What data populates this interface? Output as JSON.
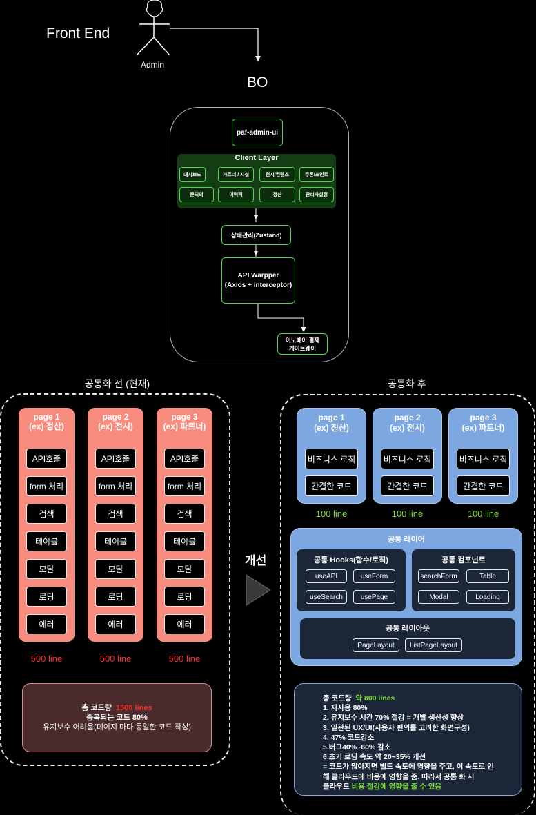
{
  "header": {
    "title": "Front End",
    "actor_label": "Admin",
    "bo_label": "BO"
  },
  "architecture": {
    "app_name": "paf-admin-ui",
    "client_layer": {
      "title": "Client Layer",
      "modules": [
        "대시보드",
        "파트너 / 시설",
        "전시/컨텐츠",
        "쿠폰/포인트",
        "문의의",
        "이력력",
        "정산",
        "관리자설정"
      ]
    },
    "state": "상태관리(Zustand)",
    "api_wrapper": [
      "API Warpper",
      "(Axios + interceptor)"
    ],
    "gateway": [
      "이노페이 결제",
      "게이트웨이"
    ]
  },
  "before": {
    "heading": "공통화 전 (현재)",
    "pages": [
      {
        "title": [
          "page 1",
          "(ex) 정산)"
        ],
        "lines": "500 line"
      },
      {
        "title": [
          "page 2",
          "(ex) 전시)"
        ],
        "lines": "500 line"
      },
      {
        "title": [
          "page 3",
          "(ex) 파트너)"
        ],
        "lines": "500 line"
      }
    ],
    "items": [
      "API호출",
      "form 처리",
      "검색",
      "테이블",
      "모달",
      "로딩",
      "에러"
    ],
    "summary": {
      "total_prefix": "총 코드량",
      "total_value": "1500 lines",
      "line2": "중복되는 코드 80%",
      "line3": "유지보수 어려움(페이지 마다 동일한 코드 작성)"
    }
  },
  "improvement_label": "개선",
  "after": {
    "heading": "공통화 후",
    "pages": [
      {
        "title": [
          "page 1",
          "(ex) 정산)"
        ],
        "lines": "100 line"
      },
      {
        "title": [
          "page 2",
          "(ex) 전시)"
        ],
        "lines": "100 line"
      },
      {
        "title": [
          "page 3",
          "(ex) 파트너)"
        ],
        "lines": "100 line"
      }
    ],
    "page_items": [
      "비즈니스 로직",
      "간결한 코드"
    ],
    "common_layer": {
      "title": "공통 레이어",
      "hooks": {
        "title": "공통 Hooks(함수/로직)",
        "items": [
          "useAPI",
          "useForm",
          "useSearch",
          "usePage"
        ]
      },
      "components": {
        "title": "공통 컴포넌트",
        "items": [
          "searchForm",
          "Table",
          "Modal",
          "Loading"
        ]
      },
      "layout": {
        "title": "공통 레이아웃",
        "items": [
          "PageLayout",
          "ListPageLayout"
        ]
      }
    },
    "summary": {
      "total_prefix": "총 코드량",
      "total_value": "약 800 lines",
      "lines": [
        "1. 재사용 80%",
        "2. 유지보수 시간 70% 절감 = 개발 생산성 향상",
        "3. 일관된 UX/UI(사용자 편의를 고려한 화면구성)",
        "4. 47% 코드감소",
        "5.버그40%~60% 감소",
        "6.초기 로딩 속도 약 20~35% 개선",
        "= 코드가 많아지면 빌드 속도에 영향을 주고, 이 속도로 인",
        "해 클라우드에 비용에 영향을 줌. 따라서  공통 화 시"
      ],
      "last_prefix": "클라우드",
      "last_highlight": "비용 절감에 영향을 줄 수 있음"
    }
  },
  "colors": {
    "background": "#000000",
    "green": "#4cd94c",
    "red_page": "#f78c7e",
    "red_text": "#ff2b2b",
    "blue_page": "#7da7e0",
    "navy": "#1b2639",
    "lime_text": "#7ddc3a",
    "summary_red_bg": "#4a2a2a"
  },
  "icons": [
    "stick-figure-icon",
    "arrow-right-triangle-icon"
  ]
}
